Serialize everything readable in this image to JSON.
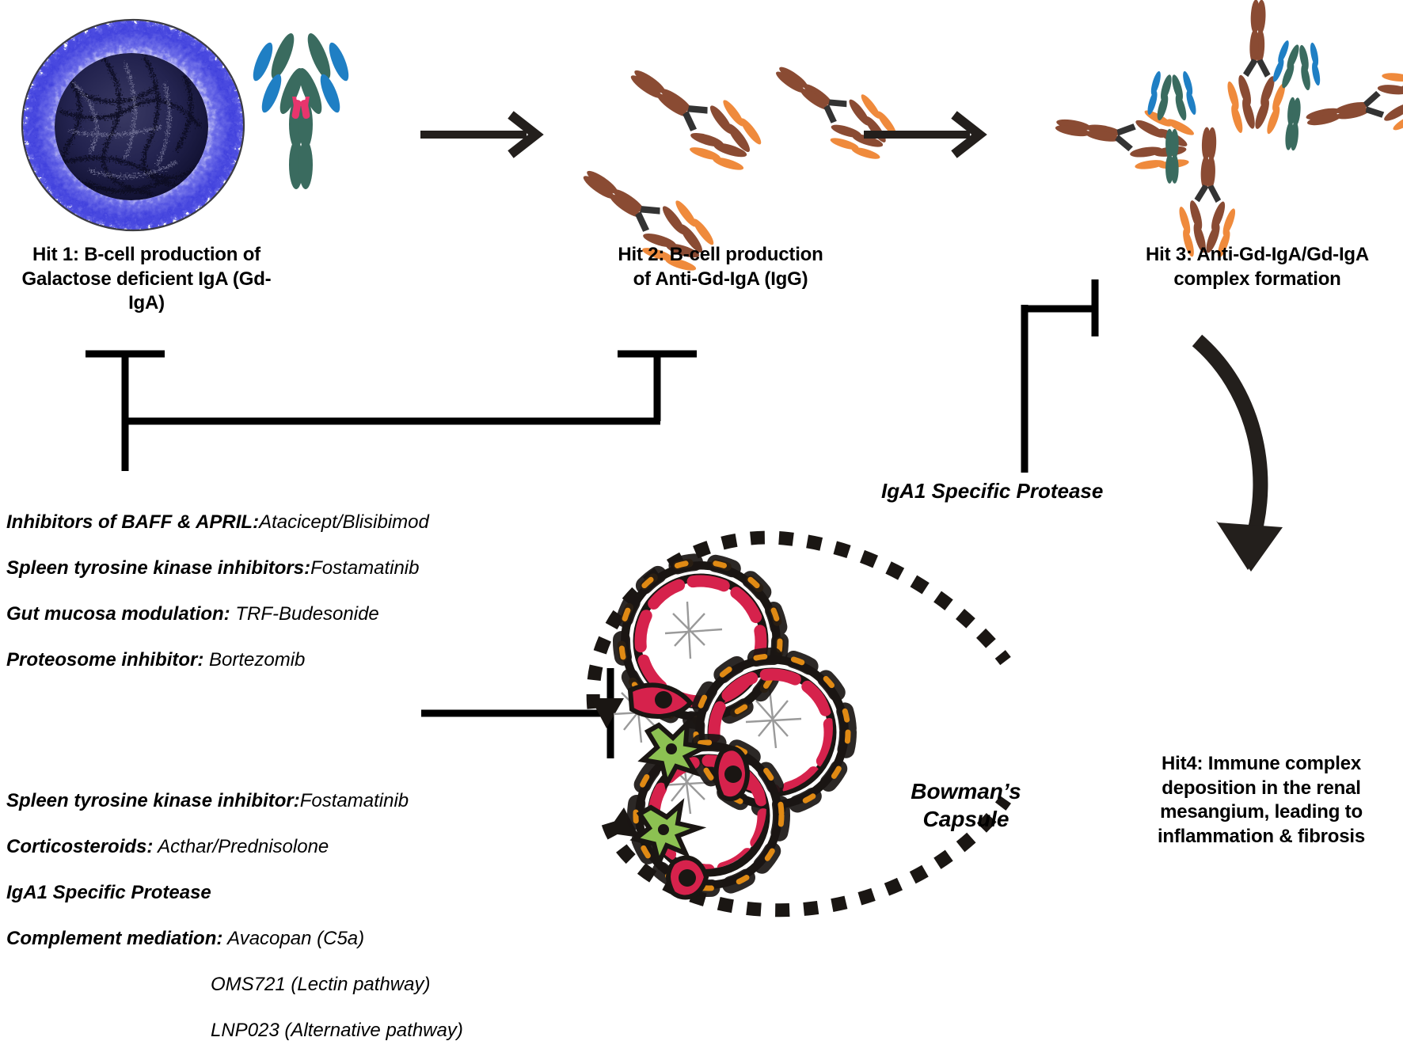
{
  "figure": {
    "title_absent": true,
    "stages": [
      {
        "id": "hit1",
        "label_line1": "Hit 1: B-cell production of",
        "label_line2": "Galactose deficient IgA (Gd-IgA)",
        "graphic": "b-cell-with-iga-antibody"
      },
      {
        "id": "hit2",
        "label_line1": "Hit 2: B-cell production",
        "label_line2": "of Anti-Gd-IgA (IgG)",
        "graphic": "anti-gd-iga-antibodies"
      },
      {
        "id": "hit3",
        "label_line1": "Hit 3: Anti-Gd-IgA/Gd-IgA",
        "label_line2": "complex formation",
        "graphic": "immune-complex-cluster"
      },
      {
        "id": "hit4",
        "label_line1": "Hit4: Immune complex",
        "label_line2": "deposition in the renal",
        "label_line3": "mesangium, leading to",
        "label_line4": "inflammation & fibrosis",
        "graphic": "glomerulus-in-bowmans-capsule"
      }
    ],
    "arrows": [
      {
        "name": "arrow-hit1-to-hit2",
        "type": "straight-right"
      },
      {
        "name": "arrow-hit2-to-hit3",
        "type": "straight-right"
      },
      {
        "name": "arrow-hit3-to-hit4",
        "type": "curved-down-right"
      }
    ],
    "inhibition_brackets": [
      {
        "name": "bracket-hit1-hit2",
        "targets": [
          "hit1",
          "hit2"
        ]
      },
      {
        "name": "bracket-hit3",
        "targets": [
          "hit3"
        ]
      },
      {
        "name": "bracket-hit4",
        "targets": [
          "hit4"
        ]
      }
    ],
    "protease_label": "IgA1 Specific Protease",
    "bowman_label_line1": "Bowman’s",
    "bowman_label_line2": "Capsule",
    "therapy_group_upper": [
      {
        "class": "Inhibitors of BAFF & APRIL:",
        "drugs": "Atacicept/Blisibimod"
      },
      {
        "class": "Spleen tyrosine kinase inhibitors:",
        "drugs": "Fostamatinib"
      },
      {
        "class": "Gut mucosa modulation:",
        "drugs": " TRF-Budesonide"
      },
      {
        "class": "Proteosome inhibitor:",
        "drugs": " Bortezomib"
      }
    ],
    "therapy_group_lower": [
      {
        "class": "Spleen tyrosine kinase inhibitor:",
        "drugs": "Fostamatinib"
      },
      {
        "class": "Corticosteroids:",
        "drugs": " Acthar/Prednisolone"
      },
      {
        "class": "IgA1 Specific Protease",
        "drugs": ""
      },
      {
        "class": "Complement mediation:",
        "drugs": " Avacopan (C5a)"
      }
    ],
    "therapy_group_lower_continued": [
      "OMS721 (Lectin pathway)",
      "LNP023 (Alternative pathway)"
    ]
  },
  "colors": {
    "ink": "#000000",
    "arrow_dark": "#231f1c",
    "bcell_cytoplasm": "#3b3bdc",
    "bcell_nucleus": "#1a1a4d",
    "iga_heavy_chain": "#3a6b5f",
    "iga_light_chain": "#1f7fc4",
    "iga_hinge": "#e8356d",
    "igg_heavy_chain": "#8a4b33",
    "igg_light_chain": "#ef8a3c",
    "igg_hinge": "#333333",
    "capillary_red": "#d6224c",
    "mesangial_green": "#8cc152",
    "basement_black": "#1a1613",
    "podocyte_orange": "#e08a14"
  }
}
